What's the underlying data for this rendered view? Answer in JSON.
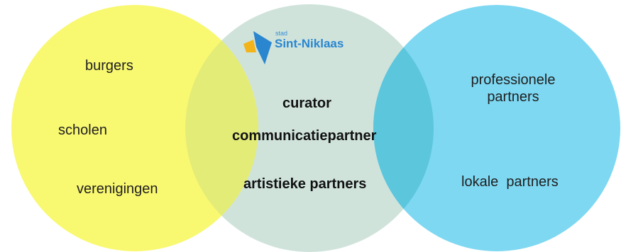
{
  "diagram": {
    "colors": {
      "left_circle": "#f9f871",
      "middle_circle": "#cfe3db",
      "right_circle": "#7ed8f2",
      "left_middle_overlap": "#e4ec78",
      "middle_right_overlap": "#5cc6dc",
      "logo_blue": "#2a86cf",
      "logo_yellow": "#f3b31a"
    },
    "logo": {
      "prefix": "stad",
      "name": "Sint-Niklaas"
    },
    "left_labels": [
      "burgers",
      "scholen",
      "verenigingen"
    ],
    "center_labels": [
      "curator",
      "communicatiepartner",
      "artistieke partners"
    ],
    "right_labels": {
      "top": "professionele\npartners",
      "bottom": "lokale  partners"
    }
  }
}
